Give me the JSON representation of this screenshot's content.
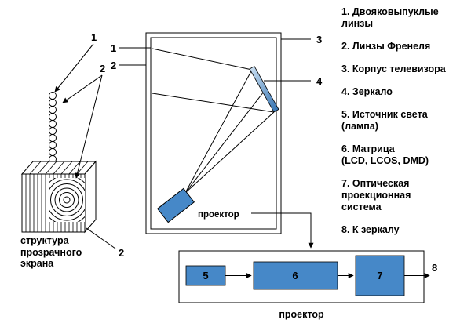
{
  "colors": {
    "blue": "#4688c8",
    "line": "#000000"
  },
  "legend": {
    "items": [
      {
        "label": "1. Двояковыпуклые\nлинзы"
      },
      {
        "label": "2. Линзы Френеля"
      },
      {
        "label": "3. Корпус телевизора"
      },
      {
        "label": "4. Зеркало"
      },
      {
        "label": "5. Источник света\n(лампа)"
      },
      {
        "label": "6. Матрица\n(LCD, LCOS, DMD)"
      },
      {
        "label": "7. Оптическая\nпроекционная\nсистема"
      },
      {
        "label": "8. К зеркалу"
      }
    ]
  },
  "tv": {
    "label_1": "1",
    "label_2": "2",
    "label_3": "3",
    "label_4": "4",
    "projector_label": "проектор"
  },
  "screen_structure": {
    "label_1": "1",
    "label_2_top": "2",
    "label_2_bottom": "2",
    "caption": "структура\nпрозрачного\nэкрана"
  },
  "block_diagram": {
    "box_5": "5",
    "box_6": "6",
    "box_7": "7",
    "label_8": "8",
    "caption": "проектор"
  }
}
